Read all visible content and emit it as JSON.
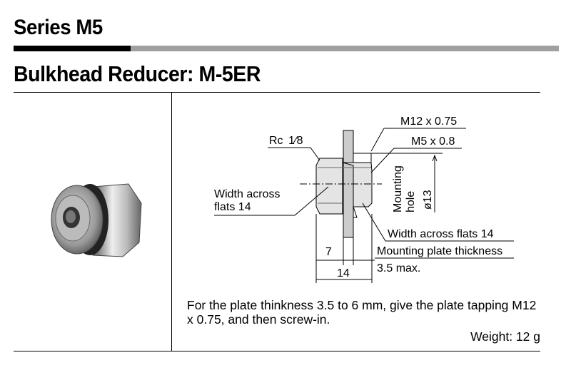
{
  "header": {
    "series_title": "Series M5",
    "product_title": "Bulkhead Reducer: M-5ER"
  },
  "drawing": {
    "labels": {
      "thread_outer": "M12 x 0.75",
      "port_rc": "Rc",
      "port_rc_fraction": "1⁄8",
      "thread_inner": "M5 x 0.8",
      "width_across_left_1": "Width across",
      "width_across_left_2": "flats 14",
      "mounting_hole_1": "Mounting",
      "mounting_hole_2": "hole",
      "mounting_hole_dia": "ø13",
      "width_across_right": "Width across flats 14",
      "plate_thickness_1": "Mounting plate thickness",
      "plate_thickness_2": "3.5 max.",
      "dim_7": "7",
      "dim_14": "14"
    }
  },
  "notes": {
    "description": "For the plate thinkness 3.5 to 6 mm, give the plate tapping M12 x 0.75, and then screw-in.",
    "weight": "Weight: 12 g"
  },
  "colors": {
    "accent_bar": "#000000",
    "secondary_bar": "#a0a0a0"
  }
}
